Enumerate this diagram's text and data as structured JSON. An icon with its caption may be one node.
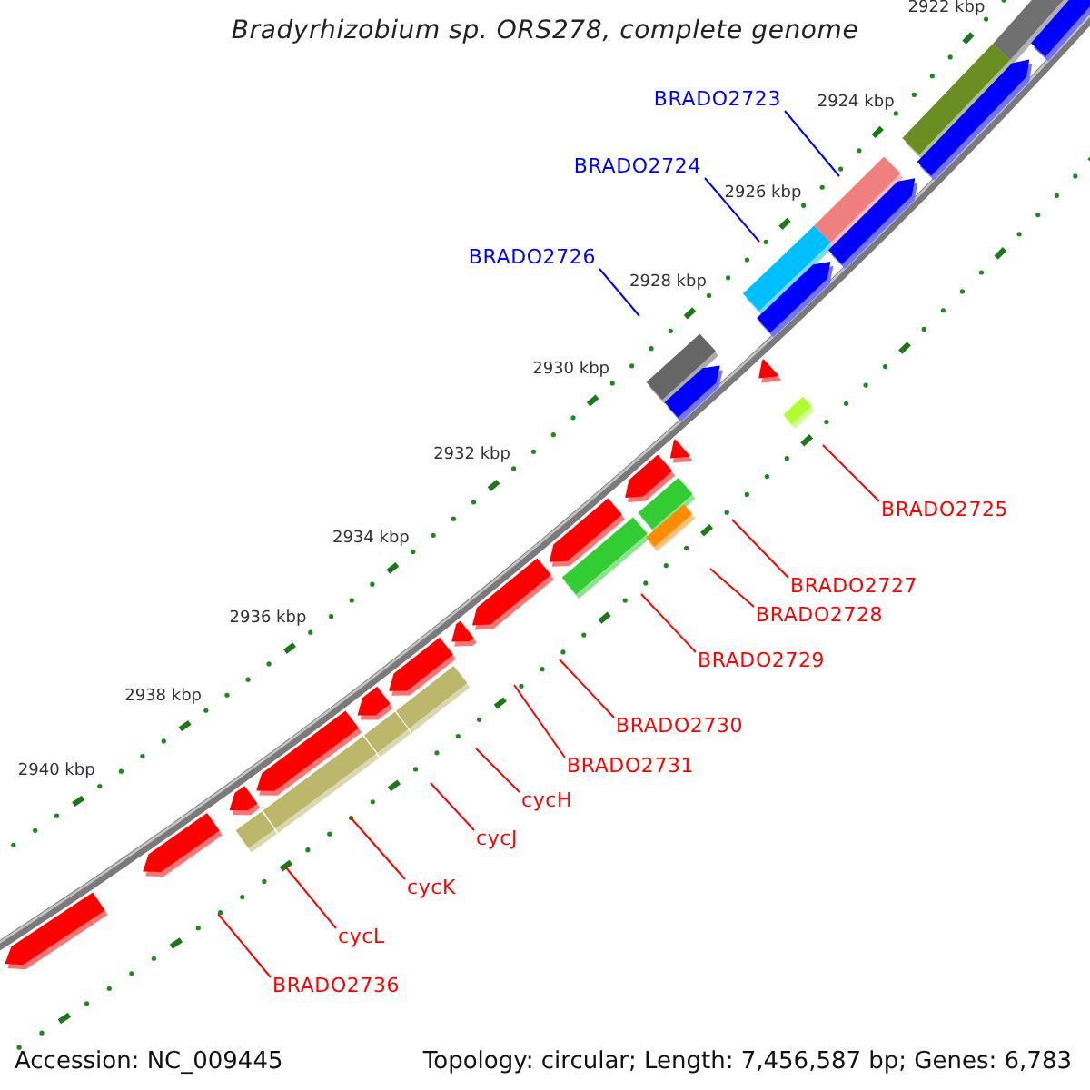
{
  "diagram": {
    "title": "Bradyrhizobium sp. ORS278, complete genome",
    "nodes": [
      {
        "text": [
          "BRADO2723"
        ]
      },
      {
        "text": [
          "BRADO2724"
        ]
      },
      {
        "text": [
          "BRADO2726"
        ]
      },
      {
        "text": [
          "BRADO2725"
        ]
      },
      {
        "text": [
          "BRADO2727"
        ]
      },
      {
        "text": [
          "BRADO2728"
        ]
      },
      {
        "text": [
          "BRADO2729"
        ]
      },
      {
        "text": [
          "BRADO2730"
        ]
      },
      {
        "text": [
          "BRADO2731"
        ]
      },
      {
        "text": [
          "cycH"
        ]
      },
      {
        "text": [
          "cycJ"
        ]
      },
      {
        "text": [
          "cycK"
        ]
      },
      {
        "text": [
          "cycL"
        ]
      },
      {
        "text": [
          "BRADO2736"
        ]
      }
    ],
    "edges": [
      {
        "from": 0,
        "to": null,
        "arrow": "none",
        "color": "#0000ff"
      },
      {
        "from": 1,
        "to": null,
        "arrow": "none",
        "color": "#0000ff"
      },
      {
        "from": 2,
        "to": null,
        "arrow": "none",
        "color": "#0000ff"
      },
      {
        "from": 3,
        "to": null,
        "arrow": "none"
      },
      {
        "from": 4,
        "to": null,
        "arrow": "none"
      },
      {
        "from": 5,
        "to": null,
        "arrow": "none"
      },
      {
        "from": 6,
        "to": null,
        "arrow": "none"
      },
      {
        "from": 7,
        "to": null,
        "arrow": "none"
      },
      {
        "from": 8,
        "to": null,
        "arrow": "none"
      },
      {
        "from": 9,
        "to": null,
        "arrow": "none"
      },
      {
        "from": 10,
        "to": null,
        "arrow": "none"
      },
      {
        "from": 11,
        "to": null,
        "arrow": "none"
      },
      {
        "from": 12,
        "to": null,
        "arrow": "none"
      },
      {
        "from": 13,
        "to": null,
        "arrow": "none"
      }
    ],
    "labels": [
      "2922 kbp",
      "2924 kbp",
      "2926 kbp",
      "2928 kbp",
      "2930 kbp",
      "2932 kbp",
      "2934 kbp",
      "2936 kbp",
      "2938 kbp",
      "2940 kbp",
      "Accession: NC_009445",
      "Topology: circular; Length: 7,456,587 bp; Genes: 6,783"
    ]
  }
}
